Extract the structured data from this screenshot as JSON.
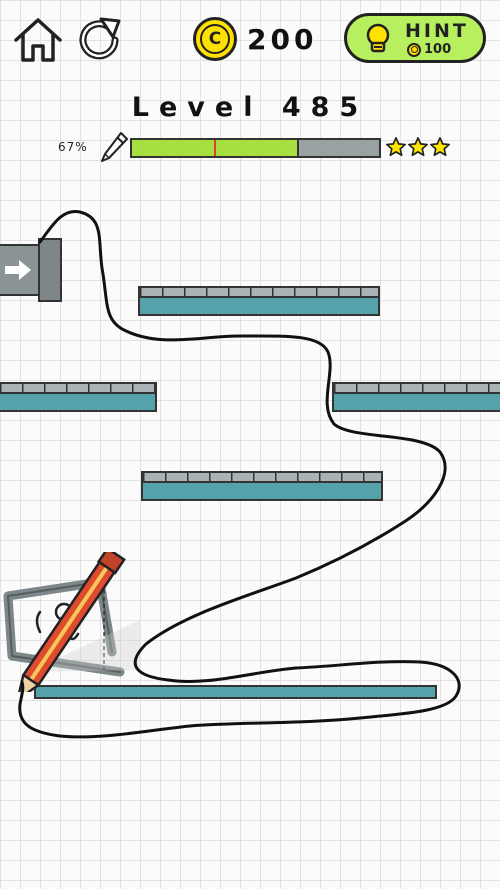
{
  "header": {
    "home_icon": "home-icon",
    "restart_icon": "restart-icon",
    "coin_symbol": "C",
    "coins": "200",
    "hint_label": "HINT",
    "hint_cost": "100"
  },
  "level": {
    "title": "Level 485",
    "ink_percent_text": "67%",
    "ink_fraction": 0.67,
    "star_threshold_fraction": 0.33,
    "stars": 3
  },
  "colors": {
    "platform": "#54a3aa",
    "hint_button": "#b8ef5e",
    "coin": "#ffe100",
    "ink_fill": "#a6df3f",
    "star": "#ffe600"
  }
}
